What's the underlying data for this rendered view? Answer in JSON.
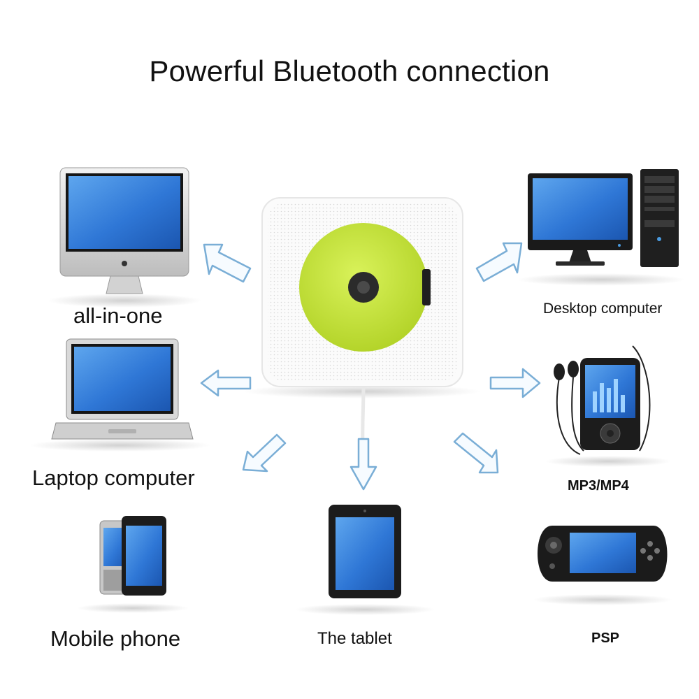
{
  "title": "Powerful Bluetooth connection",
  "devices": {
    "all_in_one": "all-in-one",
    "laptop": "Laptop computer",
    "mobile_phone": "Mobile phone",
    "tablet": "The tablet",
    "desktop": "Desktop computer",
    "mp3_mp4": "MP3/MP4",
    "psp": "PSP"
  },
  "colors": {
    "disc": "#c8e63a",
    "screen": "#2f77d6",
    "arrow_outline": "#7aaed6",
    "device_body": "#1c1c1c"
  }
}
